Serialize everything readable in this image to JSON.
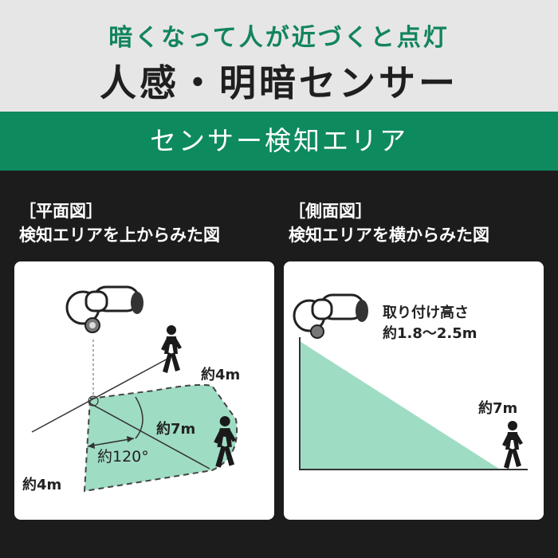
{
  "header": {
    "subtitle": "暗くなって人が近づくと点灯",
    "title": "人感・明暗センサー"
  },
  "section": {
    "title": "センサー検知エリア"
  },
  "plan_view": {
    "caption_line1": "［平面図］",
    "caption_line2": "検知エリアを上からみた図",
    "label_width_top": "約4m",
    "label_depth": "約7m",
    "label_angle": "約120°",
    "label_width_bottom": "約4m"
  },
  "side_view": {
    "caption_line1": "［側面図］",
    "caption_line2": "検知エリアを横からみた図",
    "mount_label": "取り付け高さ",
    "mount_value": "約1.8〜2.5m",
    "label_distance": "約7m"
  },
  "colors": {
    "green_accent": "#0e8a5f",
    "green_text": "#12845e",
    "area_fill": "#9fdcc4",
    "dark": "#1c1c1c"
  },
  "icons": [
    "sensor-light-icon",
    "walking-person-icon"
  ]
}
